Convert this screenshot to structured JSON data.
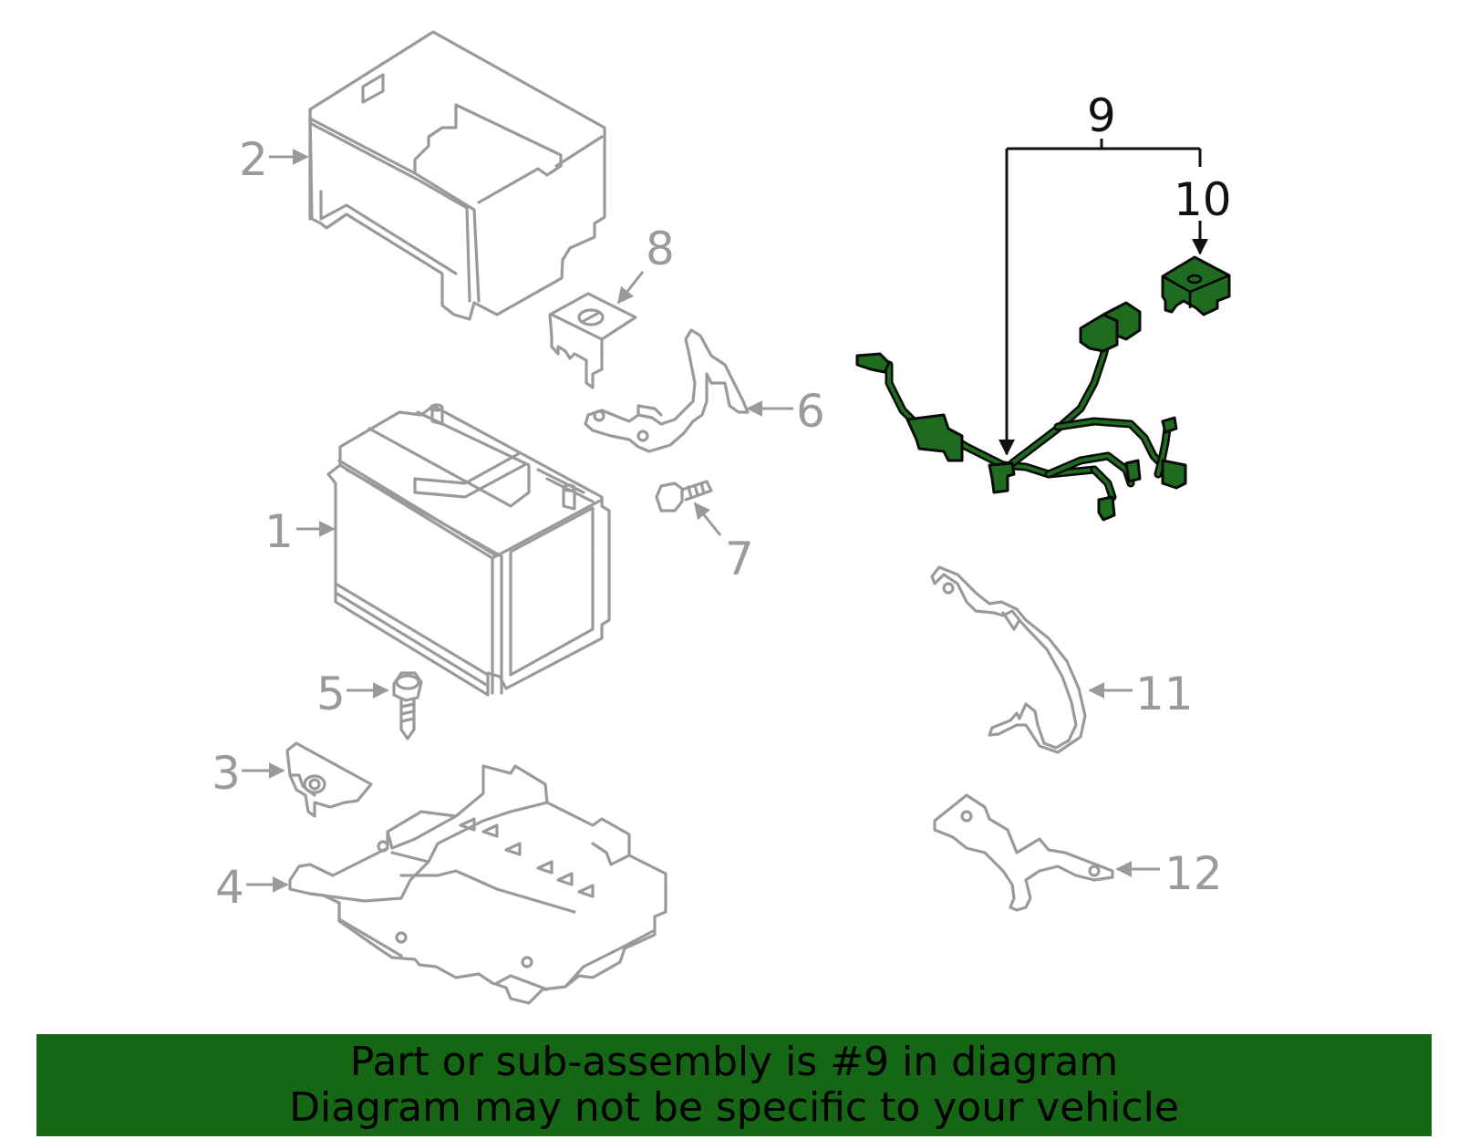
{
  "colors": {
    "highlight": "#1f6b1f",
    "part_outline": "#9a9a9a",
    "banner_bg": "#156615",
    "banner_text": "#000000"
  },
  "callouts": {
    "c1": "1",
    "c2": "2",
    "c3": "3",
    "c4": "4",
    "c5": "5",
    "c6": "6",
    "c7": "7",
    "c8": "8",
    "c9": "9",
    "c10": "10",
    "c11": "11",
    "c12": "12"
  },
  "highlighted_part": "9",
  "banner": {
    "line1": "Part or sub-assembly is #9 in diagram",
    "line2": "Diagram may not be specific to your vehicle"
  }
}
